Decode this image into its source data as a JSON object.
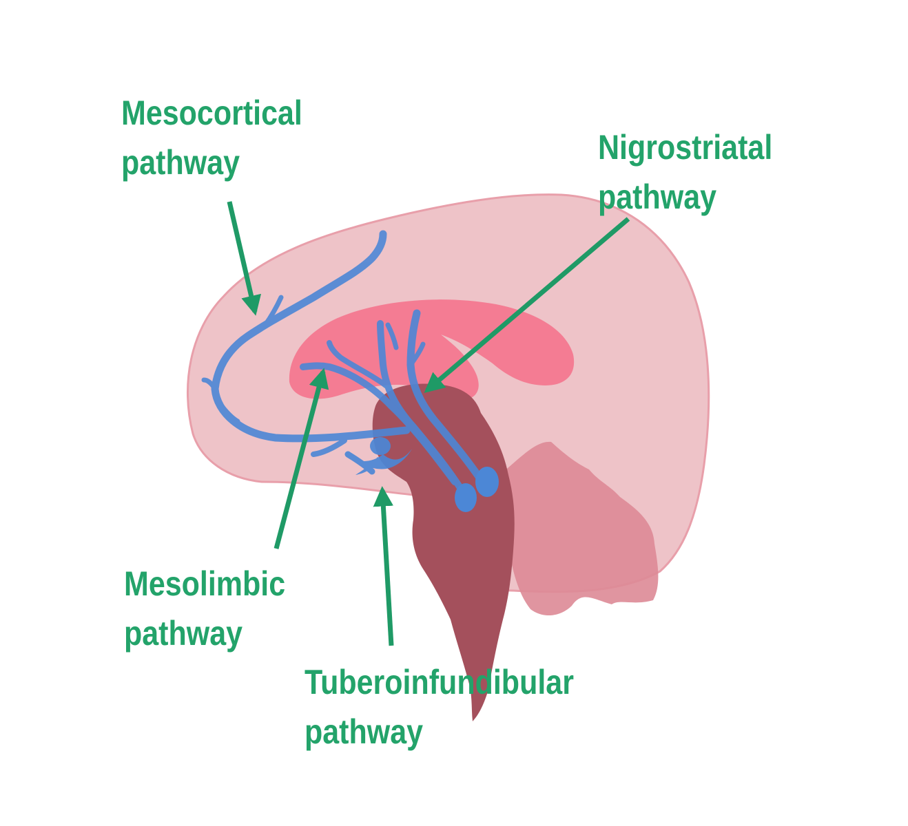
{
  "colors": {
    "label_green": "#23a36a",
    "arrow_green": "#1f9a66",
    "cortex_pink": "#eec0c6",
    "cortex_outline": "#e79aa6",
    "corpus_callosum": "#f47c93",
    "brainstem": "#a4505c",
    "cerebellum": "#dd8a96",
    "pathway_blue": "#4c87d6"
  },
  "labels": {
    "mesocortical": {
      "line1": "Mesocortical",
      "line2": "pathway"
    },
    "nigrostriatal": {
      "line1": "Nigrostriatal",
      "line2": "pathway"
    },
    "mesolimbic": {
      "line1": "Mesolimbic",
      "line2": "pathway"
    },
    "tuberoinfundibular": {
      "line1": "Tuberoinfundibular",
      "line2": "pathway"
    }
  }
}
